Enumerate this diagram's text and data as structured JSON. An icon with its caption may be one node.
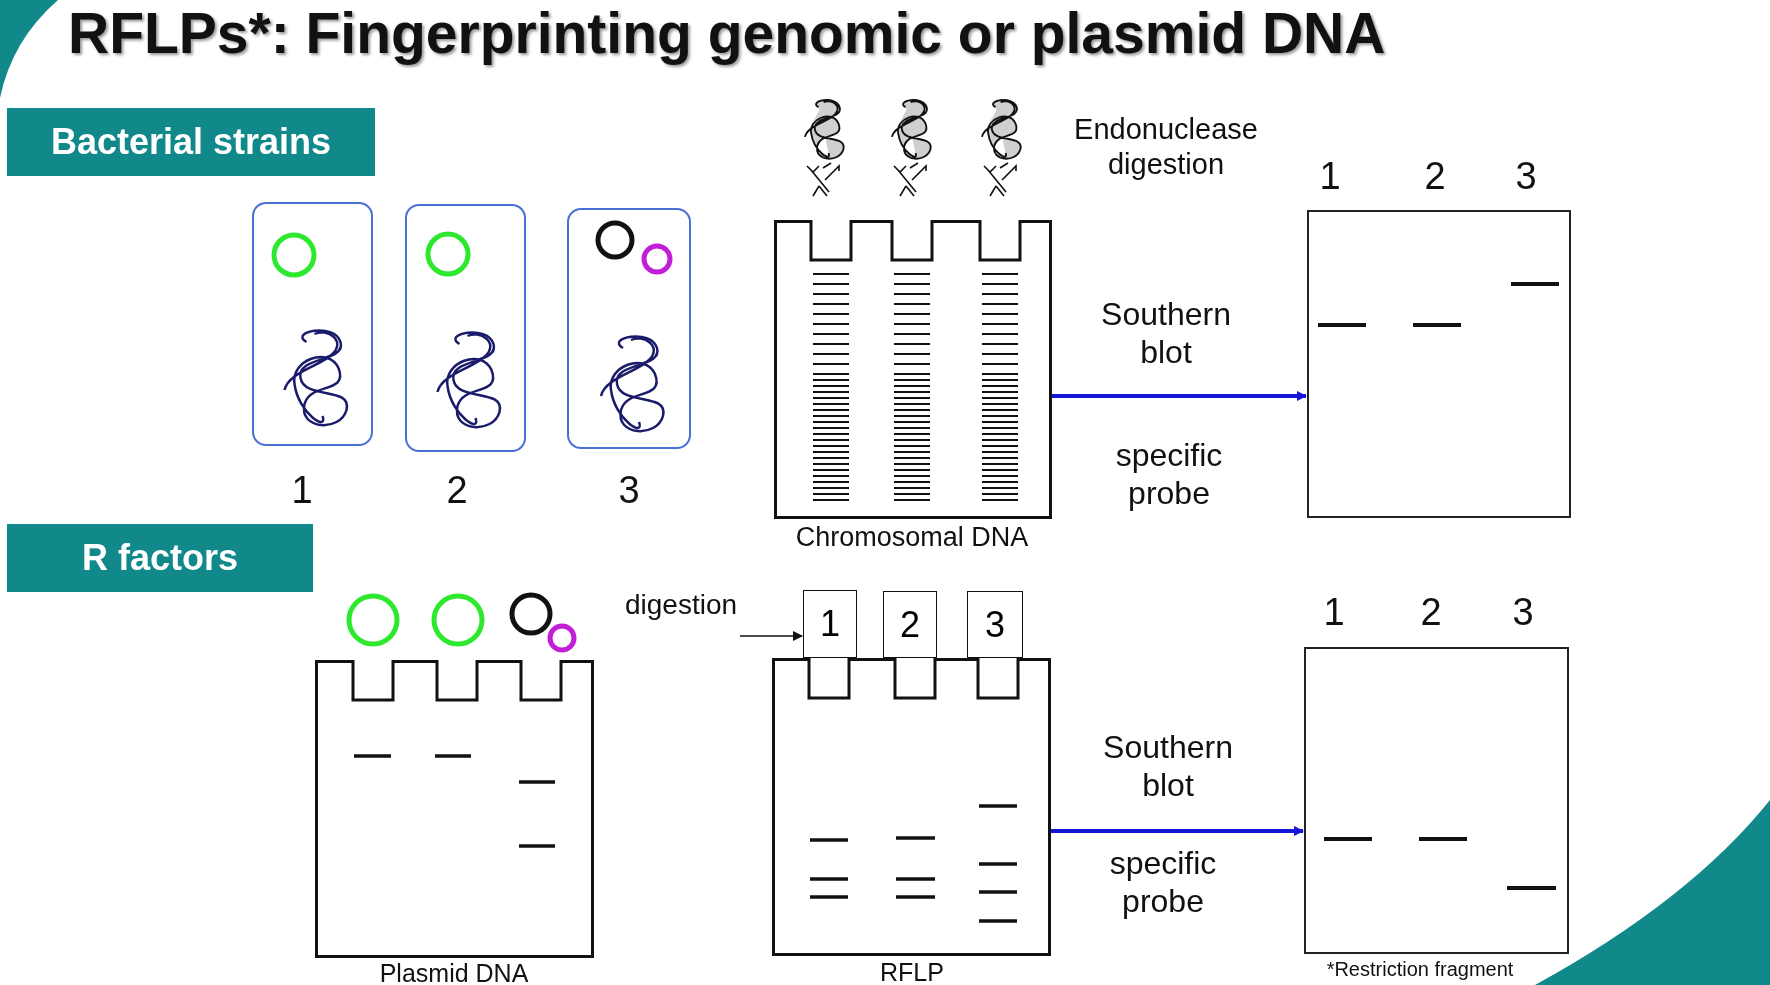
{
  "diagram": {
    "title": "RFLPs*: Fingerprinting genomic or plasmid DNA",
    "nodes": [
      {
        "text": [
          "Bacterial strains"
        ]
      },
      {
        "text": [],
        "shape": "box",
        "beside": [
          "1"
        ]
      },
      {
        "text": [],
        "shape": "box",
        "beside": [
          "2"
        ]
      },
      {
        "text": [],
        "shape": "box",
        "beside": [
          "3"
        ]
      },
      {
        "text": [],
        "shape": "box",
        "beside": [
          "Chromosomal DNA"
        ]
      },
      {
        "text": [],
        "shape": "box",
        "beside": [
          "1",
          "2",
          "3"
        ]
      },
      {
        "text": [
          "R factors"
        ]
      },
      {
        "text": [],
        "shape": "box",
        "beside": [
          "Plasmid DNA"
        ]
      },
      {
        "text": [
          "1"
        ]
      },
      {
        "text": [
          "2"
        ]
      },
      {
        "text": [
          "3"
        ]
      },
      {
        "text": [],
        "shape": "box",
        "beside": [
          "RFLP"
        ]
      },
      {
        "text": [],
        "shape": "box",
        "beside": [
          "1",
          "2",
          "3"
        ]
      }
    ],
    "edges": [
      {
        "from": 4,
        "to": 5,
        "arrow": "to"
      },
      {
        "from": 11,
        "to": 12,
        "arrow": "to"
      },
      {
        "from": null,
        "to": 8,
        "arrow": "to",
        "color": "#111111"
      }
    ],
    "labels": [
      "Endonuclease digestion",
      "Southern blot",
      "specific probe",
      "digestion",
      "Southern blot",
      "specific probe",
      "*Restriction fragment"
    ]
  }
}
